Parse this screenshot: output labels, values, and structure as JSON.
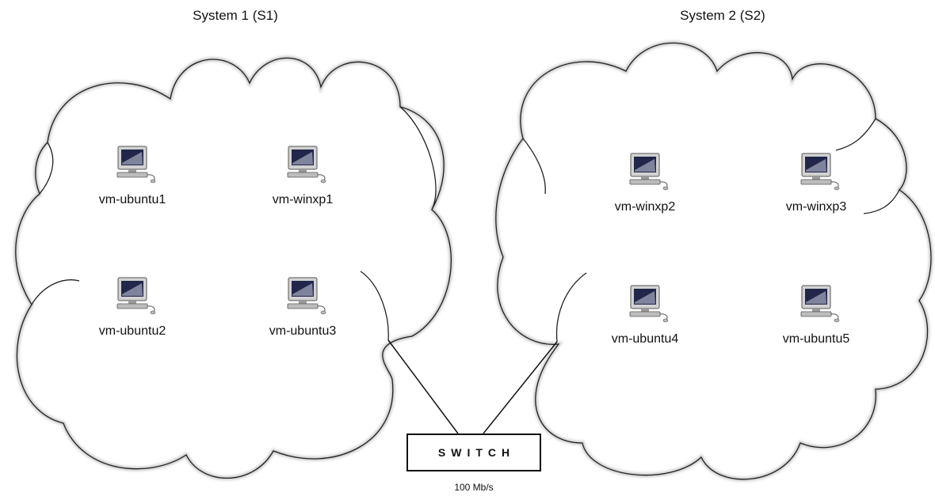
{
  "systems": [
    {
      "title": "System 1 (S1)",
      "hosts": [
        {
          "label": "vm-ubuntu1",
          "icon": "computer-icon"
        },
        {
          "label": "vm-winxp1",
          "icon": "computer-icon"
        },
        {
          "label": "vm-ubuntu2",
          "icon": "computer-icon"
        },
        {
          "label": "vm-ubuntu3",
          "icon": "computer-icon"
        }
      ]
    },
    {
      "title": "System 2 (S2)",
      "hosts": [
        {
          "label": "vm-winxp2",
          "icon": "computer-icon"
        },
        {
          "label": "vm-winxp3",
          "icon": "computer-icon"
        },
        {
          "label": "vm-ubuntu4",
          "icon": "computer-icon"
        },
        {
          "label": "vm-ubuntu5",
          "icon": "computer-icon"
        }
      ]
    }
  ],
  "switch": {
    "label": "SWITCH",
    "speed": "100 Mb/s"
  },
  "colors": {
    "line": "#111111",
    "screen": "#22264a",
    "monitor_body": "#c9c9c9"
  }
}
